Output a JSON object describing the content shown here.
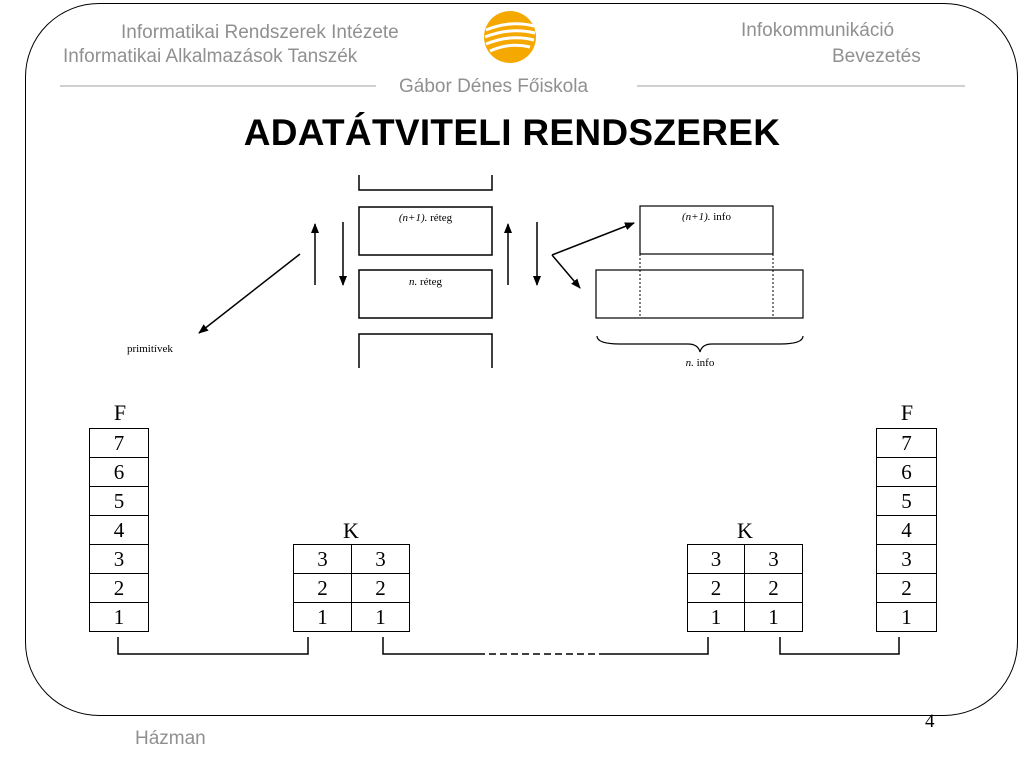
{
  "header": {
    "left_line1": "Informatikai Rendszerek Intézete",
    "left_line2": "Informatikai Alkalmazások Tanszék",
    "right_line1": "Infokommunikáció",
    "right_line2": "Bevezetés",
    "center": "Gábor Dénes Főiskola",
    "logo_color": "#f5a800"
  },
  "title": "ADATÁTVITELI RENDSZEREK",
  "layer_diagram": {
    "upper_layer_prefix": "(n+1).",
    "upper_layer_suffix": " réteg",
    "lower_layer_prefix": "n.",
    "lower_layer_suffix": " réteg",
    "primitives_label": "primitívek",
    "upper_info_prefix": "(n+1).",
    "upper_info_suffix": " info",
    "lower_info_prefix": "n.",
    "lower_info_suffix": " info"
  },
  "osi": {
    "end_label": "F",
    "node_label": "K",
    "end_layers": [
      "7",
      "6",
      "5",
      "4",
      "3",
      "2",
      "1"
    ],
    "node_layers": [
      "3",
      "2",
      "1"
    ]
  },
  "footer": {
    "author": "Házman",
    "page_number": "4"
  }
}
